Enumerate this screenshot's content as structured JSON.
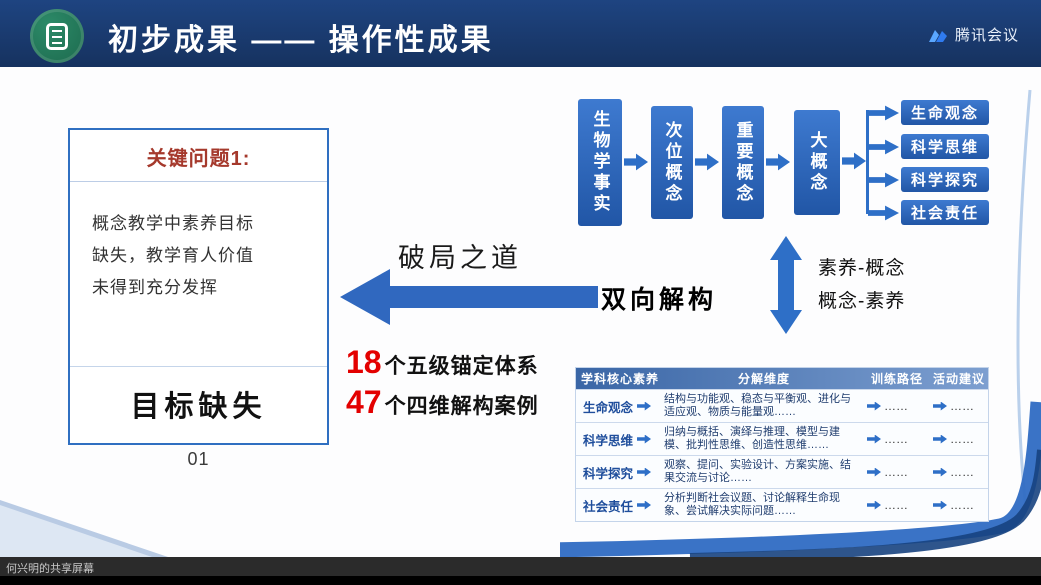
{
  "colors": {
    "banner_blue": "#1a3a6d",
    "primary_blue": "#2e6fc7",
    "accent_red": "#e30000",
    "badge_green": "#1f7a5c"
  },
  "header": {
    "title": "初步成果 —— 操作性成果",
    "app_name": "腾讯会议"
  },
  "problem_box": {
    "title": "关键问题1:",
    "body_lines": [
      "概念教学中素养目标",
      "缺失，教学育人价值",
      "未得到充分发挥"
    ],
    "conclusion": "目标缺失",
    "index": "01"
  },
  "middle": {
    "breakthrough": "破局之道",
    "bidirectional": "双向解构",
    "stats": [
      {
        "number": "18",
        "label": "个五级锚定体系"
      },
      {
        "number": "47",
        "label": "个四维解构案例"
      }
    ]
  },
  "flow": {
    "nodes": [
      "生物学事实",
      "次位概念",
      "重要概念",
      "大概念"
    ],
    "outputs": [
      "生命观念",
      "科学思维",
      "科学探究",
      "社会责任"
    ],
    "mapping_labels": [
      "素养-概念",
      "概念-素养"
    ]
  },
  "table": {
    "headers": [
      "学科核心素养",
      "分解维度",
      "训练路径",
      "活动建议"
    ],
    "rows": [
      {
        "competency": "生命观念",
        "dimensions": "结构与功能观、稳态与平衡观、进化与适应观、物质与能量观……",
        "path": "……",
        "activity": "……"
      },
      {
        "competency": "科学思维",
        "dimensions": "归纳与概括、演绎与推理、模型与建模、批判性思维、创造性思维……",
        "path": "……",
        "activity": "……"
      },
      {
        "competency": "科学探究",
        "dimensions": "观察、提问、实验设计、方案实施、结果交流与讨论……",
        "path": "……",
        "activity": "……"
      },
      {
        "competency": "社会责任",
        "dimensions": "分析判断社会议题、讨论解释生命现象、尝试解决实际问题……",
        "path": "……",
        "activity": "……"
      }
    ]
  },
  "footer": {
    "share_label": "何兴明的共享屏幕"
  }
}
